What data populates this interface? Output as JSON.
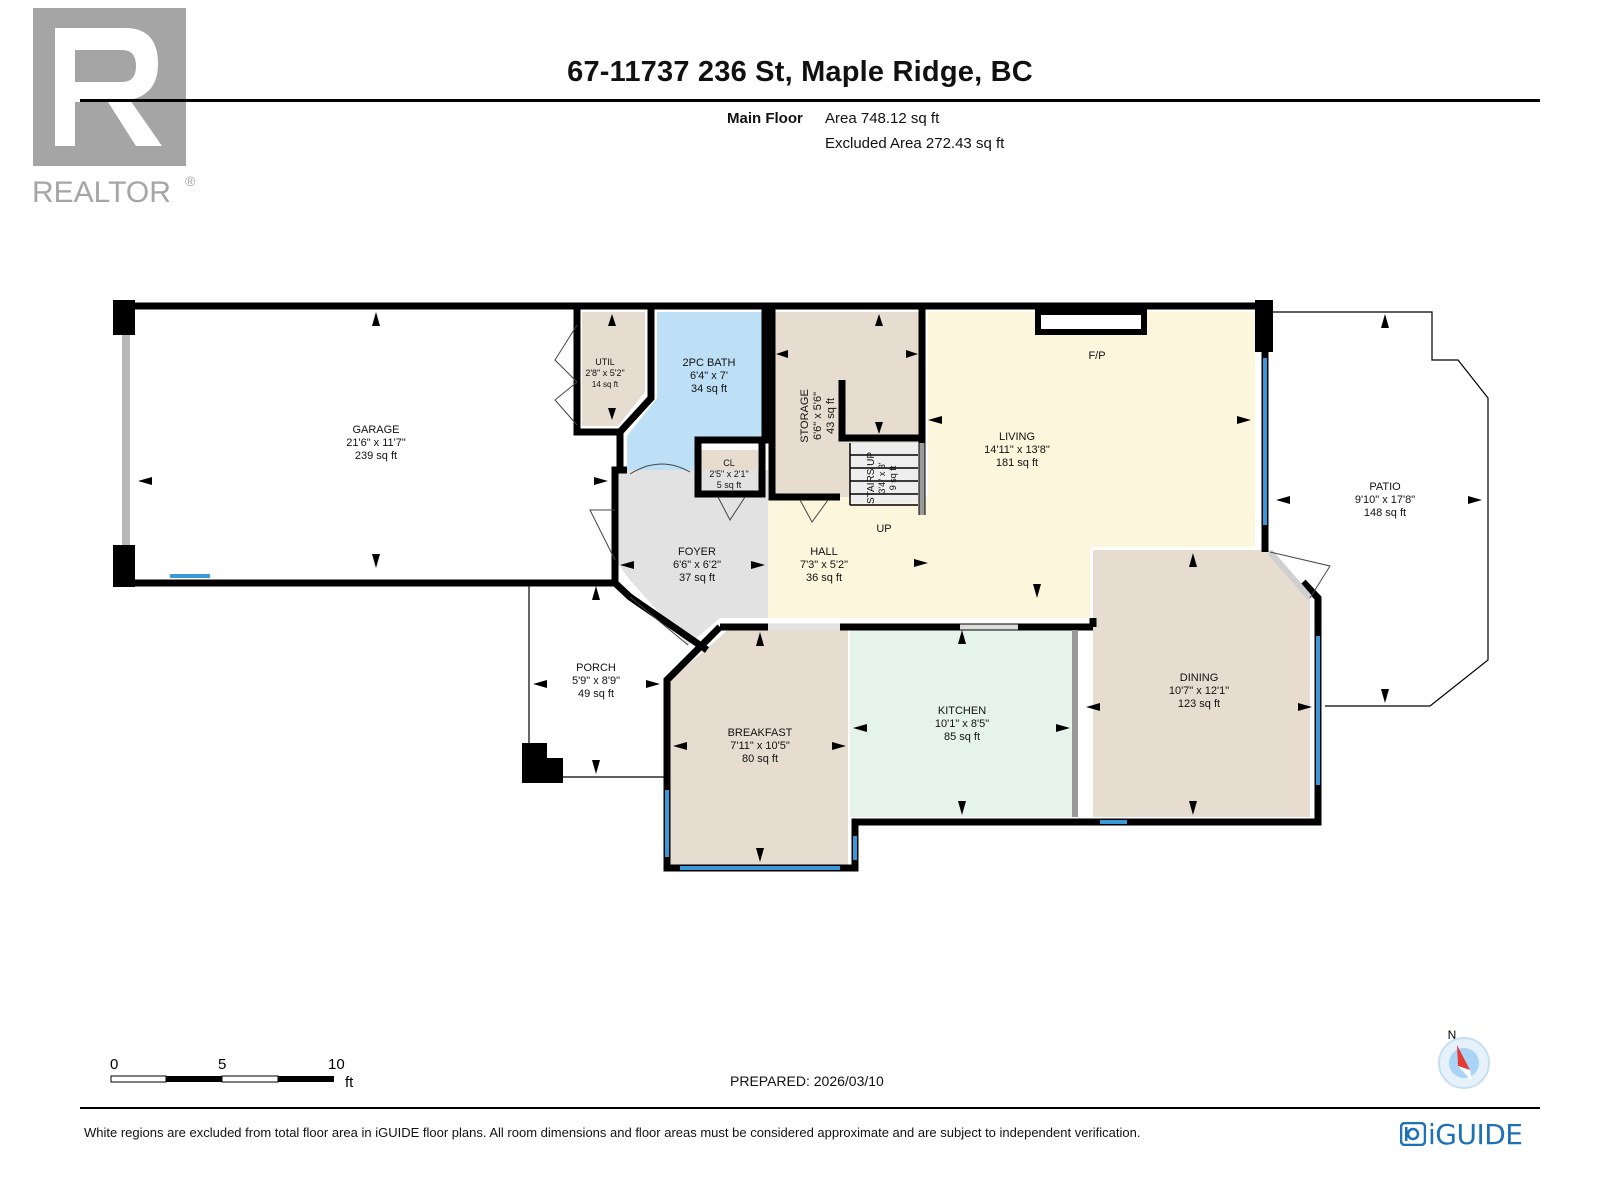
{
  "logo": {
    "icon": "realtor-logo",
    "wordmark": "REALTOR",
    "mark": "®"
  },
  "header": {
    "title": "67-11737 236 St, Maple Ridge, BC",
    "floor_name": "Main Floor",
    "area": "Area 748.12 sq ft",
    "excluded_area": "Excluded Area 272.43 sq ft"
  },
  "rooms": [
    {
      "id": "garage",
      "name": "GARAGE",
      "dims": "21'6\" x 11'7\"",
      "area": "239 sq ft"
    },
    {
      "id": "util",
      "name": "UTIL",
      "dims": "2'8\" x 5'2\"",
      "area": "14 sq ft"
    },
    {
      "id": "bath",
      "name": "2PC BATH",
      "dims": "6'4\" x 7'",
      "area": "34 sq ft"
    },
    {
      "id": "storage",
      "name": "STORAGE",
      "dims": "6'6\" x 5'6\"",
      "area": "43 sq ft"
    },
    {
      "id": "cl",
      "name": "CL",
      "dims": "2'5\" x 2'1\"",
      "area": "5 sq ft"
    },
    {
      "id": "stairs",
      "name": "STAIRS UP",
      "dims": "3'4\" x 3'",
      "area": "9 sq ft"
    },
    {
      "id": "living",
      "name": "LIVING",
      "dims": "14'11\" x 13'8\"",
      "area": "181 sq ft"
    },
    {
      "id": "foyer",
      "name": "FOYER",
      "dims": "6'6\" x 6'2\"",
      "area": "37 sq ft"
    },
    {
      "id": "hall",
      "name": "HALL",
      "dims": "7'3\" x 5'2\"",
      "area": "36 sq ft"
    },
    {
      "id": "patio",
      "name": "PATIO",
      "dims": "9'10\" x 17'8\"",
      "area": "148 sq ft"
    },
    {
      "id": "dining",
      "name": "DINING",
      "dims": "10'7\" x 12'1\"",
      "area": "123 sq ft"
    },
    {
      "id": "porch",
      "name": "PORCH",
      "dims": "5'9\" x 8'9\"",
      "area": "49 sq ft"
    },
    {
      "id": "kitchen",
      "name": "KITCHEN",
      "dims": "10'1\" x 8'5\"",
      "area": "85 sq ft"
    },
    {
      "id": "breakfast",
      "name": "BREAKFAST",
      "dims": "7'11\" x 10'5\"",
      "area": "80 sq ft"
    }
  ],
  "annotations": {
    "fireplace": "F/P",
    "up": "UP"
  },
  "colors": {
    "wall": "#000000",
    "window": "#3a9ad9",
    "util": "#e6ddd0",
    "bath": "#bde0f7",
    "storage": "#e6ddd0",
    "closet": "#e6ddd0",
    "living": "#fcf7dc",
    "hall": "#fcf7dc",
    "foyer": "#e2e2e2",
    "dining": "#e6ddd0",
    "kitchen": "#e6f3ea",
    "breakfast": "#e6ddd0",
    "brand": "#1d71b8"
  },
  "scale": {
    "ticks": [
      "0",
      "5",
      "10"
    ],
    "unit": "ft"
  },
  "compass": {
    "label": "N",
    "icon": "compass-icon"
  },
  "footer": {
    "prepared": "PREPARED: 2026/03/10",
    "disclaimer": "White regions are excluded from total floor area in iGUIDE floor plans. All room dimensions and floor areas must be considered approximate and are subject to independent verification.",
    "brand": "iGUIDE",
    "brand_icon": "iguide-logo-icon"
  }
}
